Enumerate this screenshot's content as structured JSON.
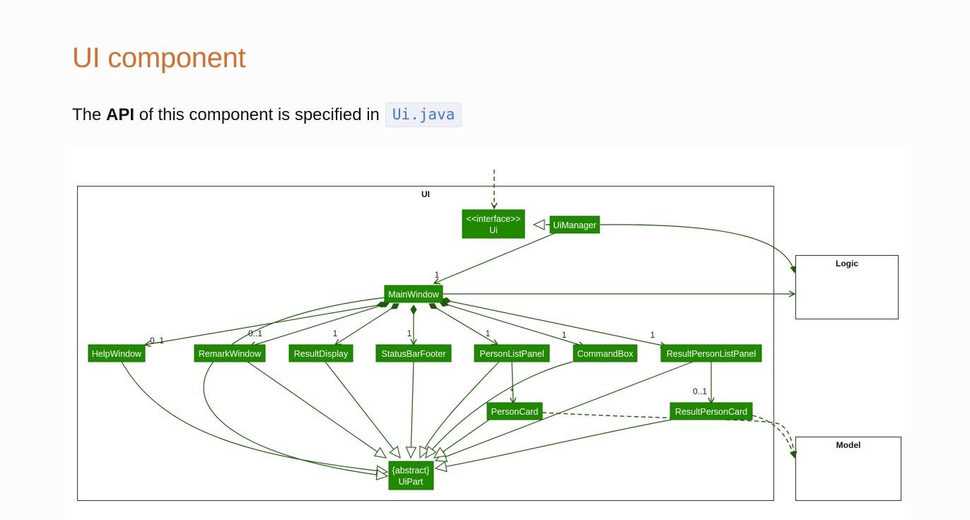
{
  "heading": {
    "title": "UI component"
  },
  "intro": {
    "prefix": "The ",
    "api": "API",
    "middle": " of this component is specified in",
    "link_text": "Ui.java"
  },
  "diagram": {
    "frames": {
      "ui": "UI",
      "logic": "Logic",
      "model": "Model"
    },
    "classes": {
      "ui_stereotype": "<<interface>>",
      "ui_name": "Ui",
      "ui_manager": "UiManager",
      "main_window": "MainWindow",
      "help_window": "HelpWindow",
      "remark_window": "RemarkWindow",
      "result_display": "ResultDisplay",
      "status_bar_footer": "StatusBarFooter",
      "person_list_panel": "PersonListPanel",
      "command_box": "CommandBox",
      "result_person_list_panel": "ResultPersonListPanel",
      "person_card": "PersonCard",
      "result_person_card": "ResultPersonCard",
      "ui_part_stereotype": "{abstract}",
      "ui_part_name": "UiPart"
    },
    "multiplicities": {
      "main_window": "1",
      "help_window": "0..1",
      "remark_window": "0..1",
      "result_display": "1",
      "status_bar_footer": "1",
      "person_list_panel": "1",
      "command_box": "1",
      "result_person_list_panel": "1",
      "person_card": "*",
      "result_person_card": "0..1"
    },
    "colors": {
      "class_fill": "#1f8a00",
      "edge": "#1f5a0e",
      "title": "#d1712f",
      "link": "#3f76d8"
    }
  }
}
